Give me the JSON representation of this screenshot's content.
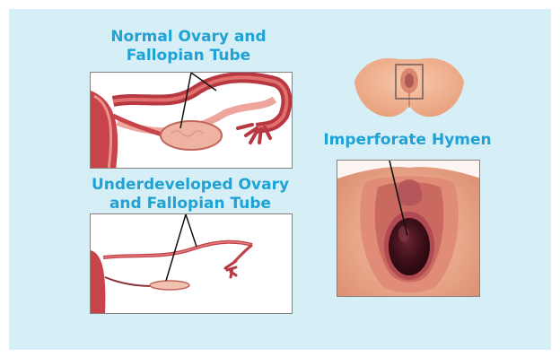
{
  "labels": {
    "normal_line1": "Normal Ovary and",
    "normal_line2": "Fallopian Tube",
    "under_line1": "Underdeveloped Ovary",
    "under_line2": "and Fallopian Tube",
    "hymen": "Imperforate Hymen"
  },
  "colors": {
    "background": "#d6eef5",
    "label": "#1fa3d6",
    "tissue_red": "#c8434a",
    "tissue_pink": "#eba39b",
    "ovary": "#efb4a1",
    "skin": "#f0b69a"
  }
}
